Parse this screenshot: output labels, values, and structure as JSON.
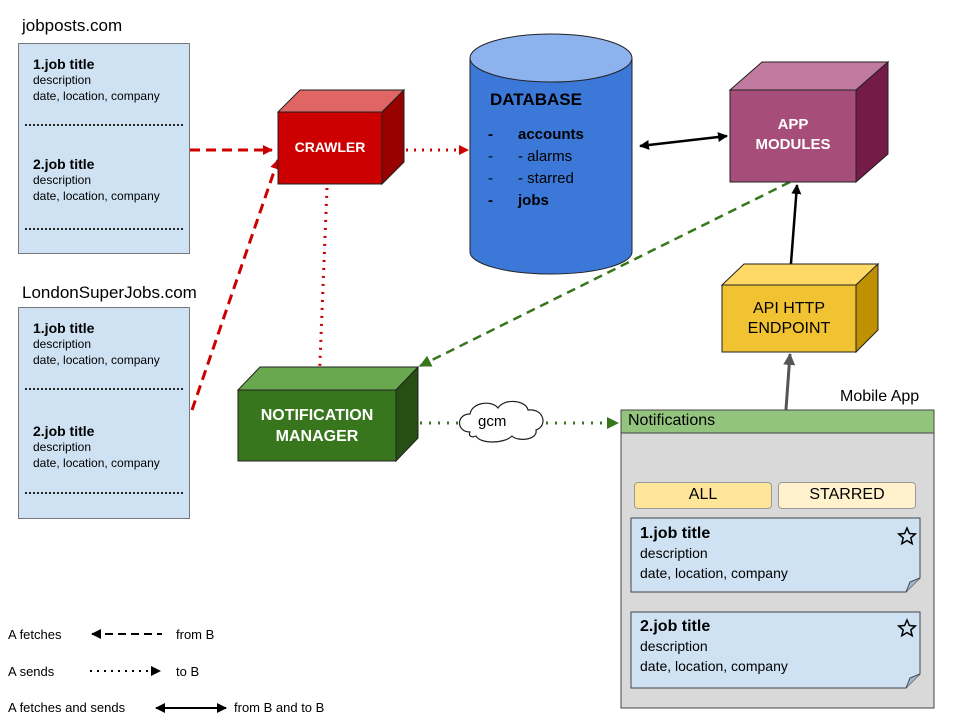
{
  "sources": [
    {
      "site": "jobposts.com",
      "posts": [
        {
          "title": "1.job title",
          "description": "description",
          "meta": "date, location, company"
        },
        {
          "title": "2.job title",
          "description": "description",
          "meta": "date, location, company"
        }
      ]
    },
    {
      "site": "LondonSuperJobs.com",
      "posts": [
        {
          "title": "1.job title",
          "description": "description",
          "meta": "date, location, company"
        },
        {
          "title": "2.job title",
          "description": "description",
          "meta": "date, location, company"
        }
      ]
    }
  ],
  "crawler": {
    "label": "CRAWLER"
  },
  "database": {
    "title": "DATABASE",
    "items": [
      {
        "bullet": "-",
        "text": "accounts",
        "bold": true
      },
      {
        "bullet": "-",
        "text": "- alarms",
        "bold": false
      },
      {
        "bullet": "-",
        "text": "- starred",
        "bold": false
      },
      {
        "bullet": "-",
        "text": "jobs",
        "bold": true
      }
    ]
  },
  "app_modules": {
    "line1": "APP",
    "line2": "MODULES"
  },
  "api_endpoint": {
    "line1": "API HTTP",
    "line2": "ENDPOINT"
  },
  "notification_manager": {
    "line1": "NOTIFICATION",
    "line2": "MANAGER"
  },
  "gcm": {
    "label": "gcm"
  },
  "mobile_app": {
    "label": "Mobile App",
    "header": "Notifications",
    "tabs": [
      "ALL",
      "STARRED"
    ],
    "cards": [
      {
        "title": "1.job title",
        "description": "description",
        "meta": "date, location, company",
        "icon": "star-icon"
      },
      {
        "title": "2.job title",
        "description": "description",
        "meta": "date, location, company",
        "icon": "star-icon"
      }
    ]
  },
  "legend": [
    {
      "a": "A fetches",
      "b": "from B",
      "style": "dashed-arrow-left"
    },
    {
      "a": "A sends",
      "b": "to B",
      "style": "dotted-arrow-right"
    },
    {
      "a": "A fetches and sends",
      "b": "from B and to B",
      "style": "solid-double-arrow"
    }
  ],
  "colors": {
    "crawler": "#cc0000",
    "database": "#3c78d8",
    "app_modules": "#a64d79",
    "api_endpoint": "#f1c232",
    "notification_manager": "#38761d",
    "post_bg": "#cfe2f3",
    "mobile_header": "#93c47d",
    "mobile_bg": "#d9d9d9",
    "tab_bg": "#ffe599",
    "tab_bg_light": "#fff2cc"
  }
}
